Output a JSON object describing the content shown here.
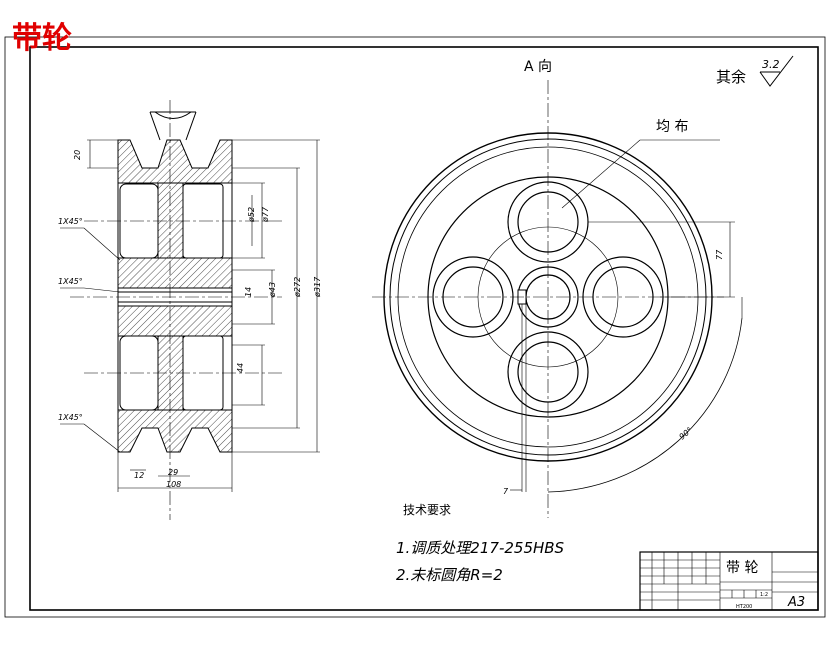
{
  "title": "带轮",
  "view_label": "A 向",
  "distribution_label": "均 布",
  "roughness": {
    "prefix": "其余",
    "value": "3.2"
  },
  "tech_req": {
    "heading": "技术要求",
    "items": [
      "1.调质处理217-255HBS",
      "2.未标圆角R=2"
    ]
  },
  "dimensions": {
    "groove_depth": "20",
    "chamfer_1": "1X45°",
    "chamfer_2": "1X45°",
    "chamfer_3": "1X45°",
    "dia_52": "ø52",
    "dia_77": "ø77",
    "dia_43": "ø43",
    "dia_272": "ø272",
    "dia_317": "ø317",
    "key_14": "14",
    "dia_44": "44",
    "width_12": "12",
    "width_29": "29",
    "width_108": "108",
    "side_77": "77",
    "angle_90": "90°",
    "keyway_7": "7"
  },
  "title_block": {
    "part_name": "带 轮",
    "sheet_size": "A3",
    "material": "HT200",
    "scale": "1:2"
  },
  "colors": {
    "title_red": "#e00000",
    "ink": "#000000",
    "hatch": "#000000"
  }
}
